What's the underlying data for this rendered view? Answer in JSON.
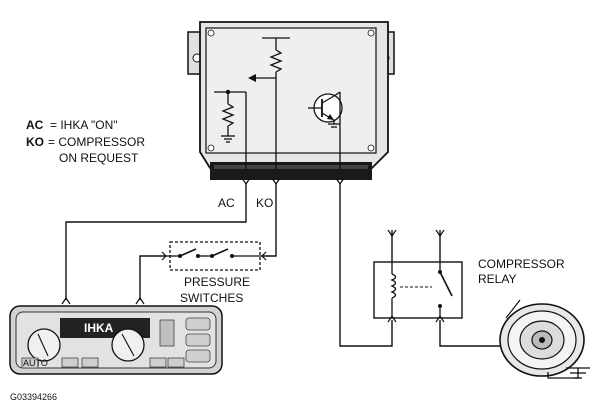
{
  "legend": {
    "ac_key": "AC",
    "ac_value": "= IHKA \"ON\"",
    "ko_key": "KO",
    "ko_value_line1": "= COMPRESSOR",
    "ko_value_line2": "ON REQUEST"
  },
  "wire_labels": {
    "ac": "AC",
    "ko": "KO"
  },
  "pressure_switches": {
    "line1": "PRESSURE",
    "line2": "SWITCHES"
  },
  "compressor_relay": {
    "line1": "COMPRESSOR",
    "line2": "RELAY"
  },
  "control_panel": {
    "display_text": "IHKA",
    "auto_label": "AUTO"
  },
  "figure_code": "G03394266",
  "colors": {
    "module_fill": "#e6e6e6",
    "line": "#111111",
    "panel_fill": "#d2d2d2"
  }
}
